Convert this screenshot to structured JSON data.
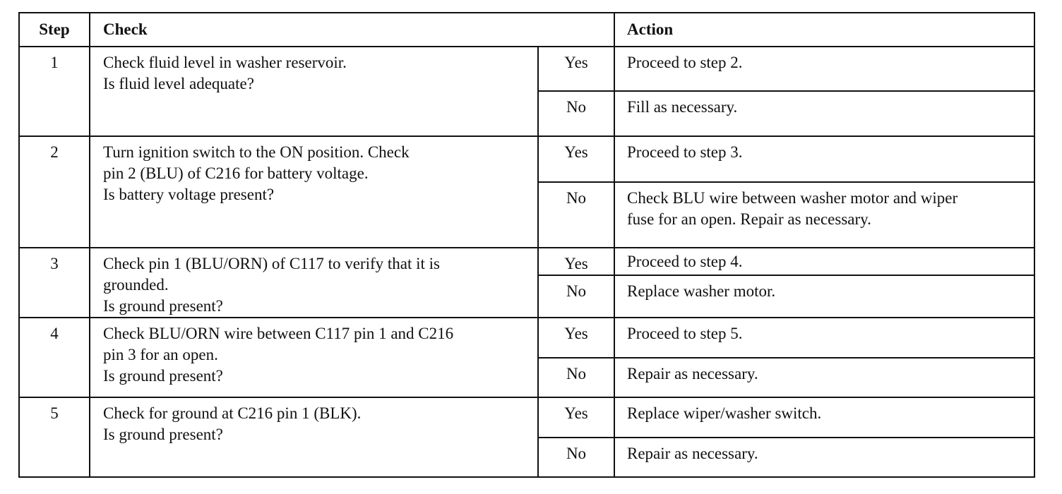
{
  "headers": {
    "step": "Step",
    "check": "Check",
    "action": "Action"
  },
  "rows": [
    {
      "step": "1",
      "check": [
        "Check fluid level in washer reservoir.",
        "Is fluid level adequate?"
      ],
      "yes_label": "Yes",
      "yes_action": [
        "Proceed to step 2."
      ],
      "no_label": "No",
      "no_action": [
        "Fill as necessary."
      ]
    },
    {
      "step": "2",
      "check": [
        "Turn ignition switch to the ON position.  Check",
        "pin 2 (BLU) of C216 for battery voltage.",
        "Is battery voltage present?"
      ],
      "yes_label": "Yes",
      "yes_action": [
        "Proceed to step 3."
      ],
      "no_label": "No",
      "no_action": [
        "Check BLU wire between washer motor and wiper",
        "fuse for an open.  Repair as necessary."
      ]
    },
    {
      "step": "3",
      "check": [
        "Check pin 1 (BLU/ORN) of C117 to verify that it is",
        "grounded.",
        "Is ground present?"
      ],
      "yes_label": "Yes",
      "yes_action": [
        "Proceed to step 4."
      ],
      "no_label": "No",
      "no_action": [
        "Replace washer motor."
      ]
    },
    {
      "step": "4",
      "check": [
        "Check BLU/ORN wire between C117 pin 1 and  C216",
        "pin 3 for an open.",
        "Is ground present?"
      ],
      "yes_label": "Yes",
      "yes_action": [
        "Proceed to step 5."
      ],
      "no_label": "No",
      "no_action": [
        "Repair as necessary."
      ]
    },
    {
      "step": "5",
      "check": [
        "Check for ground at C216 pin 1 (BLK).",
        "Is ground present?"
      ],
      "yes_label": "Yes",
      "yes_action": [
        "Replace wiper/washer switch."
      ],
      "no_label": "No",
      "no_action": [
        "Repair as necessary."
      ]
    }
  ]
}
